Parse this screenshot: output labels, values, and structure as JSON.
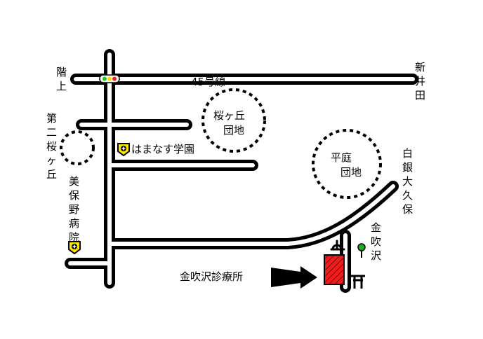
{
  "labels": {
    "kaiue_1": "階",
    "kaiue_2": "上",
    "route": "45号線",
    "niiida_1": "新",
    "niiida_2": "井",
    "niiida_3": "田",
    "sakuragaoka_line1": "桜ヶ丘",
    "sakuragaoka_line2": "団地",
    "daini_1": "第",
    "daini_2": "二",
    "daini_3": "桜",
    "daini_4": "ヶ",
    "daini_5": "丘",
    "hamanasu": "はまなす学園",
    "hiraniwa_line1": "平庭",
    "hiraniwa_line2": "団地",
    "shiroganeokubo_1": "白",
    "shiroganeokubo_2": "銀",
    "shiroganeokubo_3": "大",
    "shiroganeokubo_4": "久",
    "shiroganeokubo_5": "保",
    "mihono_1": "美",
    "mihono_2": "保",
    "mihono_3": "野",
    "mihono_4": "病",
    "mihono_5": "院",
    "kanefukisawa_1": "金",
    "kanefukisawa_2": "吹",
    "kanefukisawa_3": "沢",
    "clinic": "金吹沢診療所"
  },
  "colors": {
    "road_fill": "#ffffff",
    "road_edge": "#000000",
    "clinic_fill": "#ee1c1c",
    "medical_badge": "#ffe800",
    "tree": "#22aa22",
    "signal_green": "#22cc22",
    "signal_yellow": "#ffdd00",
    "signal_red": "#ee2222"
  },
  "icons": [
    "traffic-signal-icon",
    "medical-cross-icon",
    "temple-icon",
    "tree-icon",
    "torii-icon",
    "arrow-icon"
  ]
}
